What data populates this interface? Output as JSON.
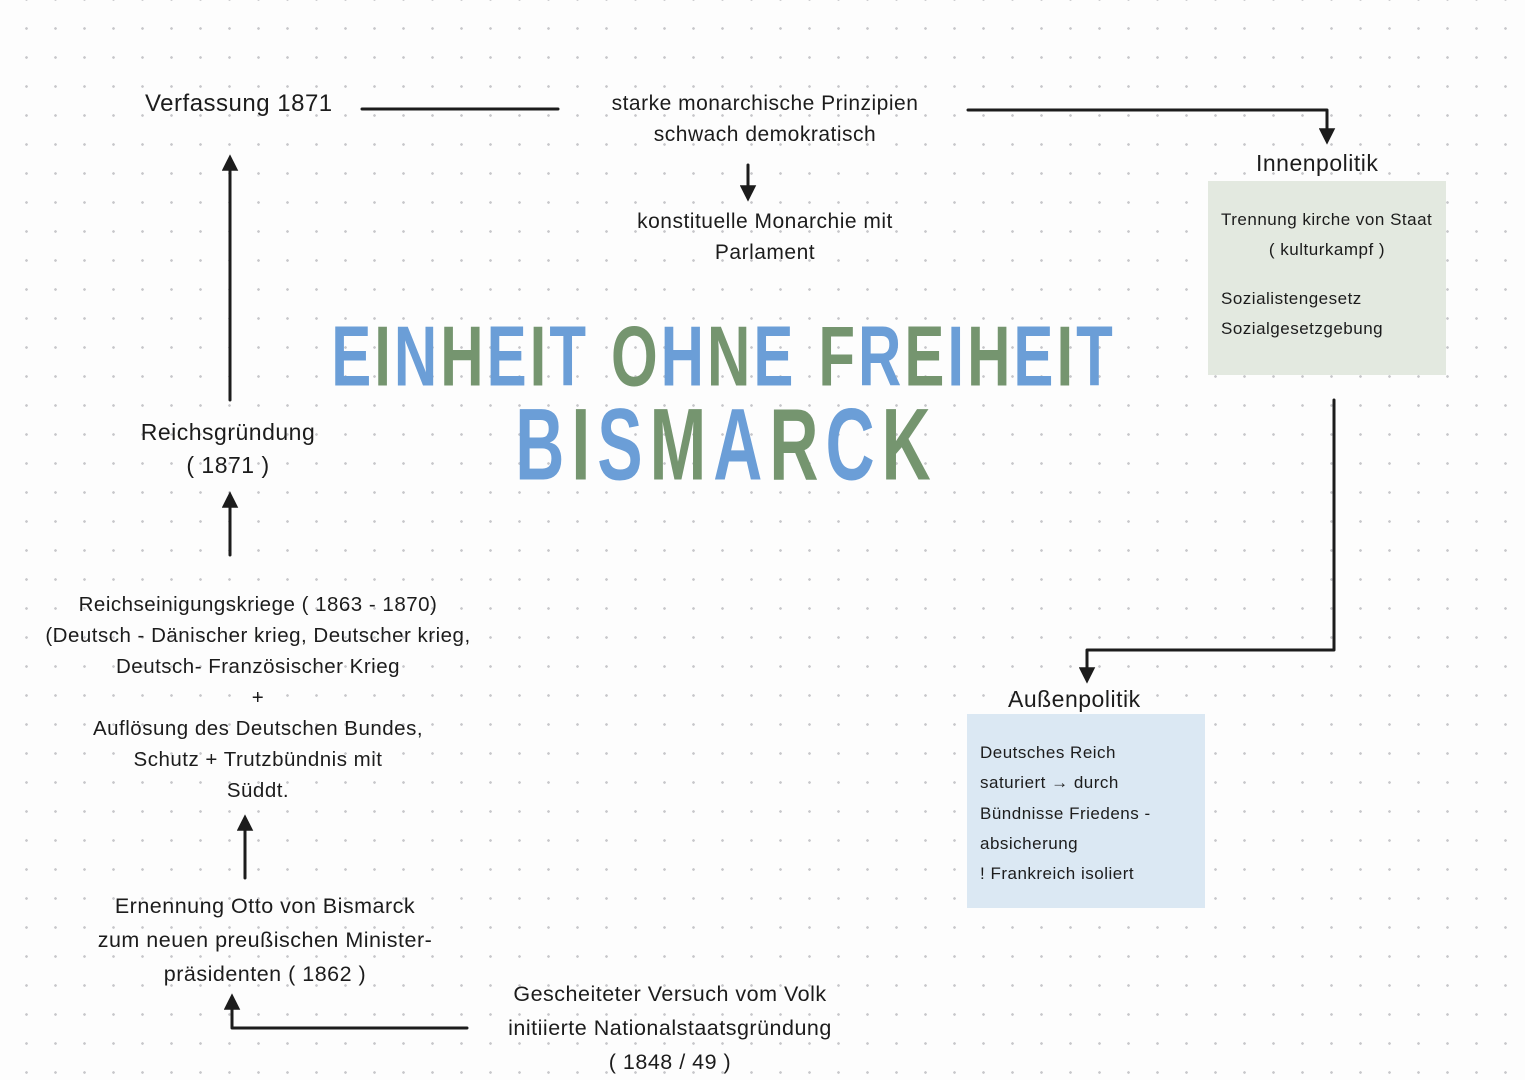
{
  "page": {
    "background": "#fdfdfd",
    "dot_color": "#c7c7cb",
    "ink": "#1c1c1c"
  },
  "title": {
    "line1": "EINHEIT OHNE FREIHEIT",
    "line2": "BISMARCK",
    "color_blue": "#6b9ed7",
    "color_green": "#75956f"
  },
  "nodes": {
    "verfassung": "Verfassung 1871",
    "prinzipien": [
      "starke monarchische Prinzipien",
      "schwach demokratisch"
    ],
    "monarchie": [
      "konstituelle Monarchie mit",
      "Parlament"
    ],
    "reichsgruendung": [
      "Reichsgründung",
      "( 1871 )"
    ],
    "kriege": [
      "Reichseinigungskriege ( 1863 - 1870)",
      "(Deutsch - Dänischer krieg, Deutscher krieg,",
      "Deutsch- Französischer Krieg",
      "+",
      "Auflösung des Deutschen Bundes,",
      "Schutz + Trutzbündnis mit",
      "Süddt."
    ],
    "ernennung": [
      "Ernennung Otto von Bismarck",
      "zum neuen preußischen Minister-",
      "präsidenten ( 1862 )"
    ],
    "gescheitert": [
      "Gescheiteter Versuch vom Volk",
      "initiierte Nationalstaatsgründung",
      "( 1848 / 49 )"
    ]
  },
  "innenpolitik": {
    "label": "Innenpolitik",
    "box_color": "#e3e9e0",
    "lines": [
      "Trennung kirche von Staat",
      "( kulturkampf )",
      "",
      "Sozialistengesetz",
      "Sozialgesetzgebung"
    ]
  },
  "aussenpolitik": {
    "label": "Außenpolitik",
    "box_color": "#dbe8f3",
    "lines": [
      "Deutsches Reich",
      "saturiert → durch",
      "Bündnisse Friedens -",
      "absicherung",
      "! Frankreich isoliert"
    ]
  }
}
